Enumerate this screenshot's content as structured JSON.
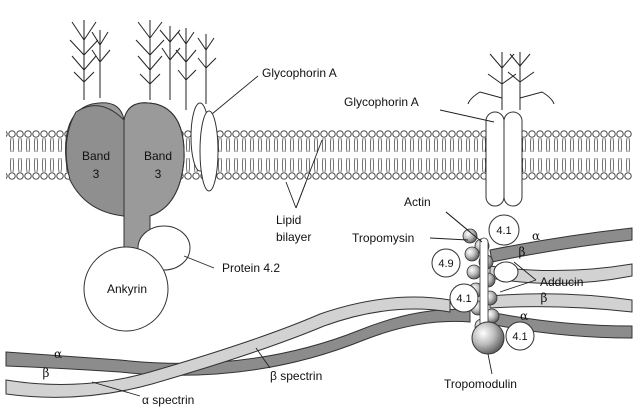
{
  "labels": {
    "glycophorin_a_left": "Glycophorin A",
    "glycophorin_a_right": "Glycophorin A",
    "band3_left_line1": "Band",
    "band3_left_line2": "3",
    "band3_right_line1": "Band",
    "band3_right_line2": "3",
    "lipid_bilayer_line1": "Lipid",
    "lipid_bilayer_line2": "bilayer",
    "ankyrin": "Ankyrin",
    "protein_4_2": "Protein 4.2",
    "actin": "Actin",
    "tropomysin": "Tropomysin",
    "adducin": "Adducin",
    "tropomodulin": "Tropomodulin",
    "band_4_1_top": "4.1",
    "band_4_1_mid": "4.1",
    "band_4_1_bottom": "4.1",
    "band_4_9": "4.9",
    "alpha_left": "α",
    "beta_left": "β",
    "alpha_right_top": "α",
    "beta_right_top": "β",
    "beta_right_mid": "β",
    "alpha_right_mid": "α",
    "beta_spectrin": "β spectrin",
    "alpha_spectrin": "α spectrin"
  }
}
